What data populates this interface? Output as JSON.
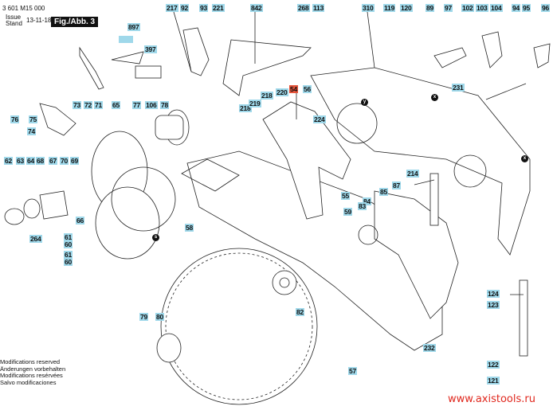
{
  "header": {
    "part_number": "3 601 M15 000",
    "issue_label_1": "Issue",
    "issue_label_2": "Stand",
    "issue_date": "13-11-18",
    "figure": "Fig./Abb. 3"
  },
  "labels": [
    "217",
    "92",
    "93",
    "221",
    "842",
    "268",
    "113",
    "310",
    "119",
    "120",
    "89",
    "97",
    "102",
    "103",
    "104",
    "94",
    "95",
    "96",
    "897",
    "",
    "397",
    "73",
    "72",
    "71",
    "65",
    "77",
    "106",
    "78",
    "76",
    "75",
    "74",
    "54",
    "56",
    "218",
    "219",
    "218",
    "220",
    "224",
    "231",
    "62",
    "63",
    "64",
    "68",
    "67",
    "70",
    "69",
    "66",
    "264",
    "61",
    "60",
    "61",
    "60",
    "58",
    "214",
    "55",
    "84",
    "83",
    "85",
    "87",
    "59",
    "82",
    "79",
    "80",
    "232",
    "57",
    "124",
    "123",
    "122",
    "121"
  ],
  "markers": {
    "y": "y",
    "x": "x",
    "s": "s"
  },
  "footer": {
    "line1": "Modifications reserved",
    "line2": "Änderungen vorbehalten",
    "line3": "Modifications resérvées",
    "line4": "Salvo modificaciones"
  },
  "watermark": "www.axistools.ru",
  "colors": {
    "label_bg": "#9fd8ea",
    "highlight_label_bg": "#e4533a",
    "url": "#e0281e"
  }
}
